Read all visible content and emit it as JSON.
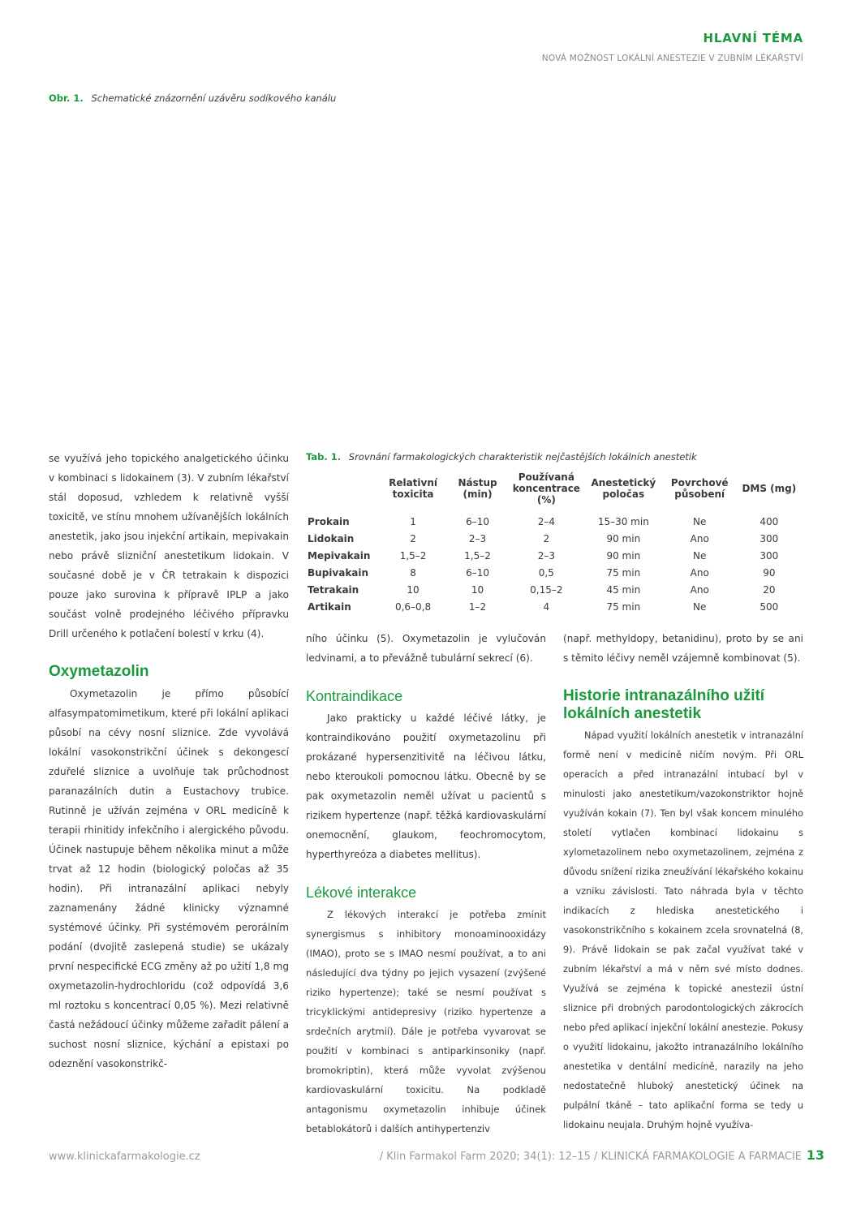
{
  "header": {
    "topic": "HLAVNÍ TÉMA",
    "subtitle": "NOVÁ MOŽNOST LOKÁLNÍ ANESTEZIE V ZUBNÍM LÉKAŘSTVÍ"
  },
  "figure": {
    "label": "Obr. 1.",
    "caption": "Schematické znázornění uzávěru sodíkového kanálu"
  },
  "col1": {
    "intro": "se využívá jeho topického analgetického účinku v kombinaci s lidokainem (3). V zubním lékařství stál doposud, vzhledem k relativně vyšší toxicitě, ve stínu mnohem užívanějších lokálních anestetik, jako jsou injekční artikain, mepivakain nebo právě slizniční anestetikum lidokain. V současné době je v ČR tetrakain k dispozici pouze jako surovina k přípravě IPLP a jako součást volně prodejného léčivého přípravku Drill určeného k potlačení bolestí v krku (4).",
    "heading": "Oxymetazolin",
    "body": "Oxymetazolin je přímo působící alfasympatomimetikum, které při lokální aplikaci působí na cévy nosní sliznice. Zde vyvolává lokální vasokonstrikční účinek s dekongescí zduřelé sliznice a uvolňuje tak průchodnost paranazálních dutin a Eustachovy trubice. Rutinně je užíván zejména v ORL medicíně k terapii rhinitidy infekčního i alergického původu. Účinek nastupuje během několika minut a může trvat až 12 hodin (biologický poločas až 35 hodin). Při intranazální aplikaci nebyly zaznamenány žádné klinicky významné systémové účinky. Při systémovém perorálním podání (dvojitě zaslepená studie) se ukázaly první nespecifické ECG změny až po užití 1,8 mg oxymetazolin-hydrochloridu (což odpovídá 3,6 ml roztoku s koncentrací 0,05 %). Mezi relativně častá nežádoucí účinky můžeme zařadit pálení a suchost nosní sliznice, kýchání a epistaxi po odeznění vasokonstrikč-"
  },
  "table": {
    "label": "Tab. 1.",
    "caption": "Srovnání farmakologických charakteristik nejčastějších lokálních anestetik",
    "headers": [
      "",
      "Relativní toxicita",
      "Nástup (min)",
      "Používaná koncentrace (%)",
      "Anestetický poločas",
      "Povrchové působení",
      "DMS (mg)"
    ],
    "rows": [
      [
        "Prokain",
        "1",
        "6–10",
        "2–4",
        "15–30 min",
        "Ne",
        "400"
      ],
      [
        "Lidokain",
        "2",
        "2–3",
        "2",
        "90 min",
        "Ano",
        "300"
      ],
      [
        "Mepivakain",
        "1,5–2",
        "1,5–2",
        "2–3",
        "90 min",
        "Ne",
        "300"
      ],
      [
        "Bupivakain",
        "8",
        "6–10",
        "0,5",
        "75 min",
        "Ano",
        "90"
      ],
      [
        "Tetrakain",
        "10",
        "10",
        "0,15–2",
        "45 min",
        "Ano",
        "20"
      ],
      [
        "Artikain",
        "0,6–0,8",
        "1–2",
        "4",
        "75 min",
        "Ne",
        "500"
      ]
    ]
  },
  "col2": {
    "cont": "ního účinku (5). Oxymetazolin je vylučován ledvinami, a to převážně tubulární sekrecí (6).",
    "heading1": "Kontraindikace",
    "body1": "Jako prakticky u každé léčivé látky, je kontraindikováno použití oxymetazolinu při prokázané hypersenzitivitě na léčivou látku, nebo kteroukoli pomocnou látku. Obecně by se pak oxymetazolin neměl užívat u pacientů s rizikem hypertenze (např. těžká kardiovaskulární onemocnění, glaukom, feochromocytom, hyperthyreóza a diabetes mellitus).",
    "heading2": "Lékové interakce",
    "body2": "Z lékových interakcí je potřeba zmínit synergismus s inhibitory monoaminooxidázy (IMAO), proto se s IMAO nesmí používat, a to ani následující dva týdny po jejich vysazení (zvýšené riziko hypertenze); také se nesmí používat s tricyklickými antidepresivy (riziko hypertenze a srdečních arytmií). Dále je potřeba vyvarovat se použití v kombinaci s antiparkinsoniky (např. bromokriptin), která může vyvolat zvýšenou kardiovaskulární toxicitu. Na podkladě antagonismu oxymetazolin inhibuje účinek betablokátorů i dalších antihypertenziv"
  },
  "col3": {
    "cont": "(např. methyldopy, betanidinu), proto by se ani s těmito léčivy neměl vzájemně kombinovat (5).",
    "heading": "Historie intranazálního užití lokálních anestetik",
    "body": "Nápad využití lokálních anestetik v intranazální formě není v medicíně ničím novým. Při ORL operacích a před intranazální intubací byl v minulosti jako anestetikum/vazokonstriktor hojně využíván kokain (7). Ten byl však koncem minulého století vytlačen kombinací lidokainu s xylometazolinem nebo oxymetazolinem, zejména z důvodu snížení rizika zneužívání lékařského kokainu a vzniku závislosti. Tato náhrada byla v těchto indikacích z hlediska anestetického i vasokonstrikčního s kokainem zcela srovnatelná (8, 9). Právě lidokain se pak začal využívat také v zubním lékařství a má v něm své místo dodnes. Využívá se zejména k topické anestezii ústní sliznice při drobných parodontologických zákrocích nebo před aplikací injekční lokální anestezie. Pokusy o využití lidokainu, jakožto intranazálního lokálního anestetika v dentální medicíně, narazily na jeho nedostatečně hluboký anestetický účinek na pulpální tkáně – tato aplikační forma se tedy u lidokainu neujala. Druhým hojně využíva-"
  },
  "footer": {
    "url": "www.klinickafarmakologie.cz",
    "journal": "/  Klin Farmakol Farm 2020; 34(1): 12–15  /  KLINICKÁ FARMAKOLOGIE A FARMACIE",
    "page": "13"
  }
}
